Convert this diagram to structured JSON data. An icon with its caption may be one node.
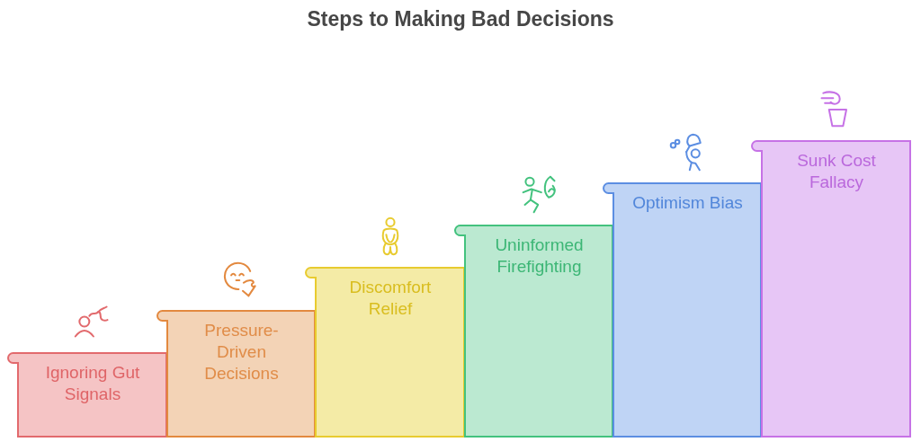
{
  "diagram": {
    "title": "Steps to Making Bad Decisions",
    "nodes": [
      {
        "text": [
          "Ignoring Gut Signals"
        ]
      },
      {
        "text": [
          "Pressure-Driven Decisions"
        ]
      },
      {
        "text": [
          "Discomfort Relief"
        ]
      },
      {
        "text": [
          "Uninformed Firefighting"
        ]
      },
      {
        "text": [
          "Optimism Bias"
        ]
      },
      {
        "text": [
          "Sunk Cost Fallacy"
        ]
      }
    ]
  }
}
